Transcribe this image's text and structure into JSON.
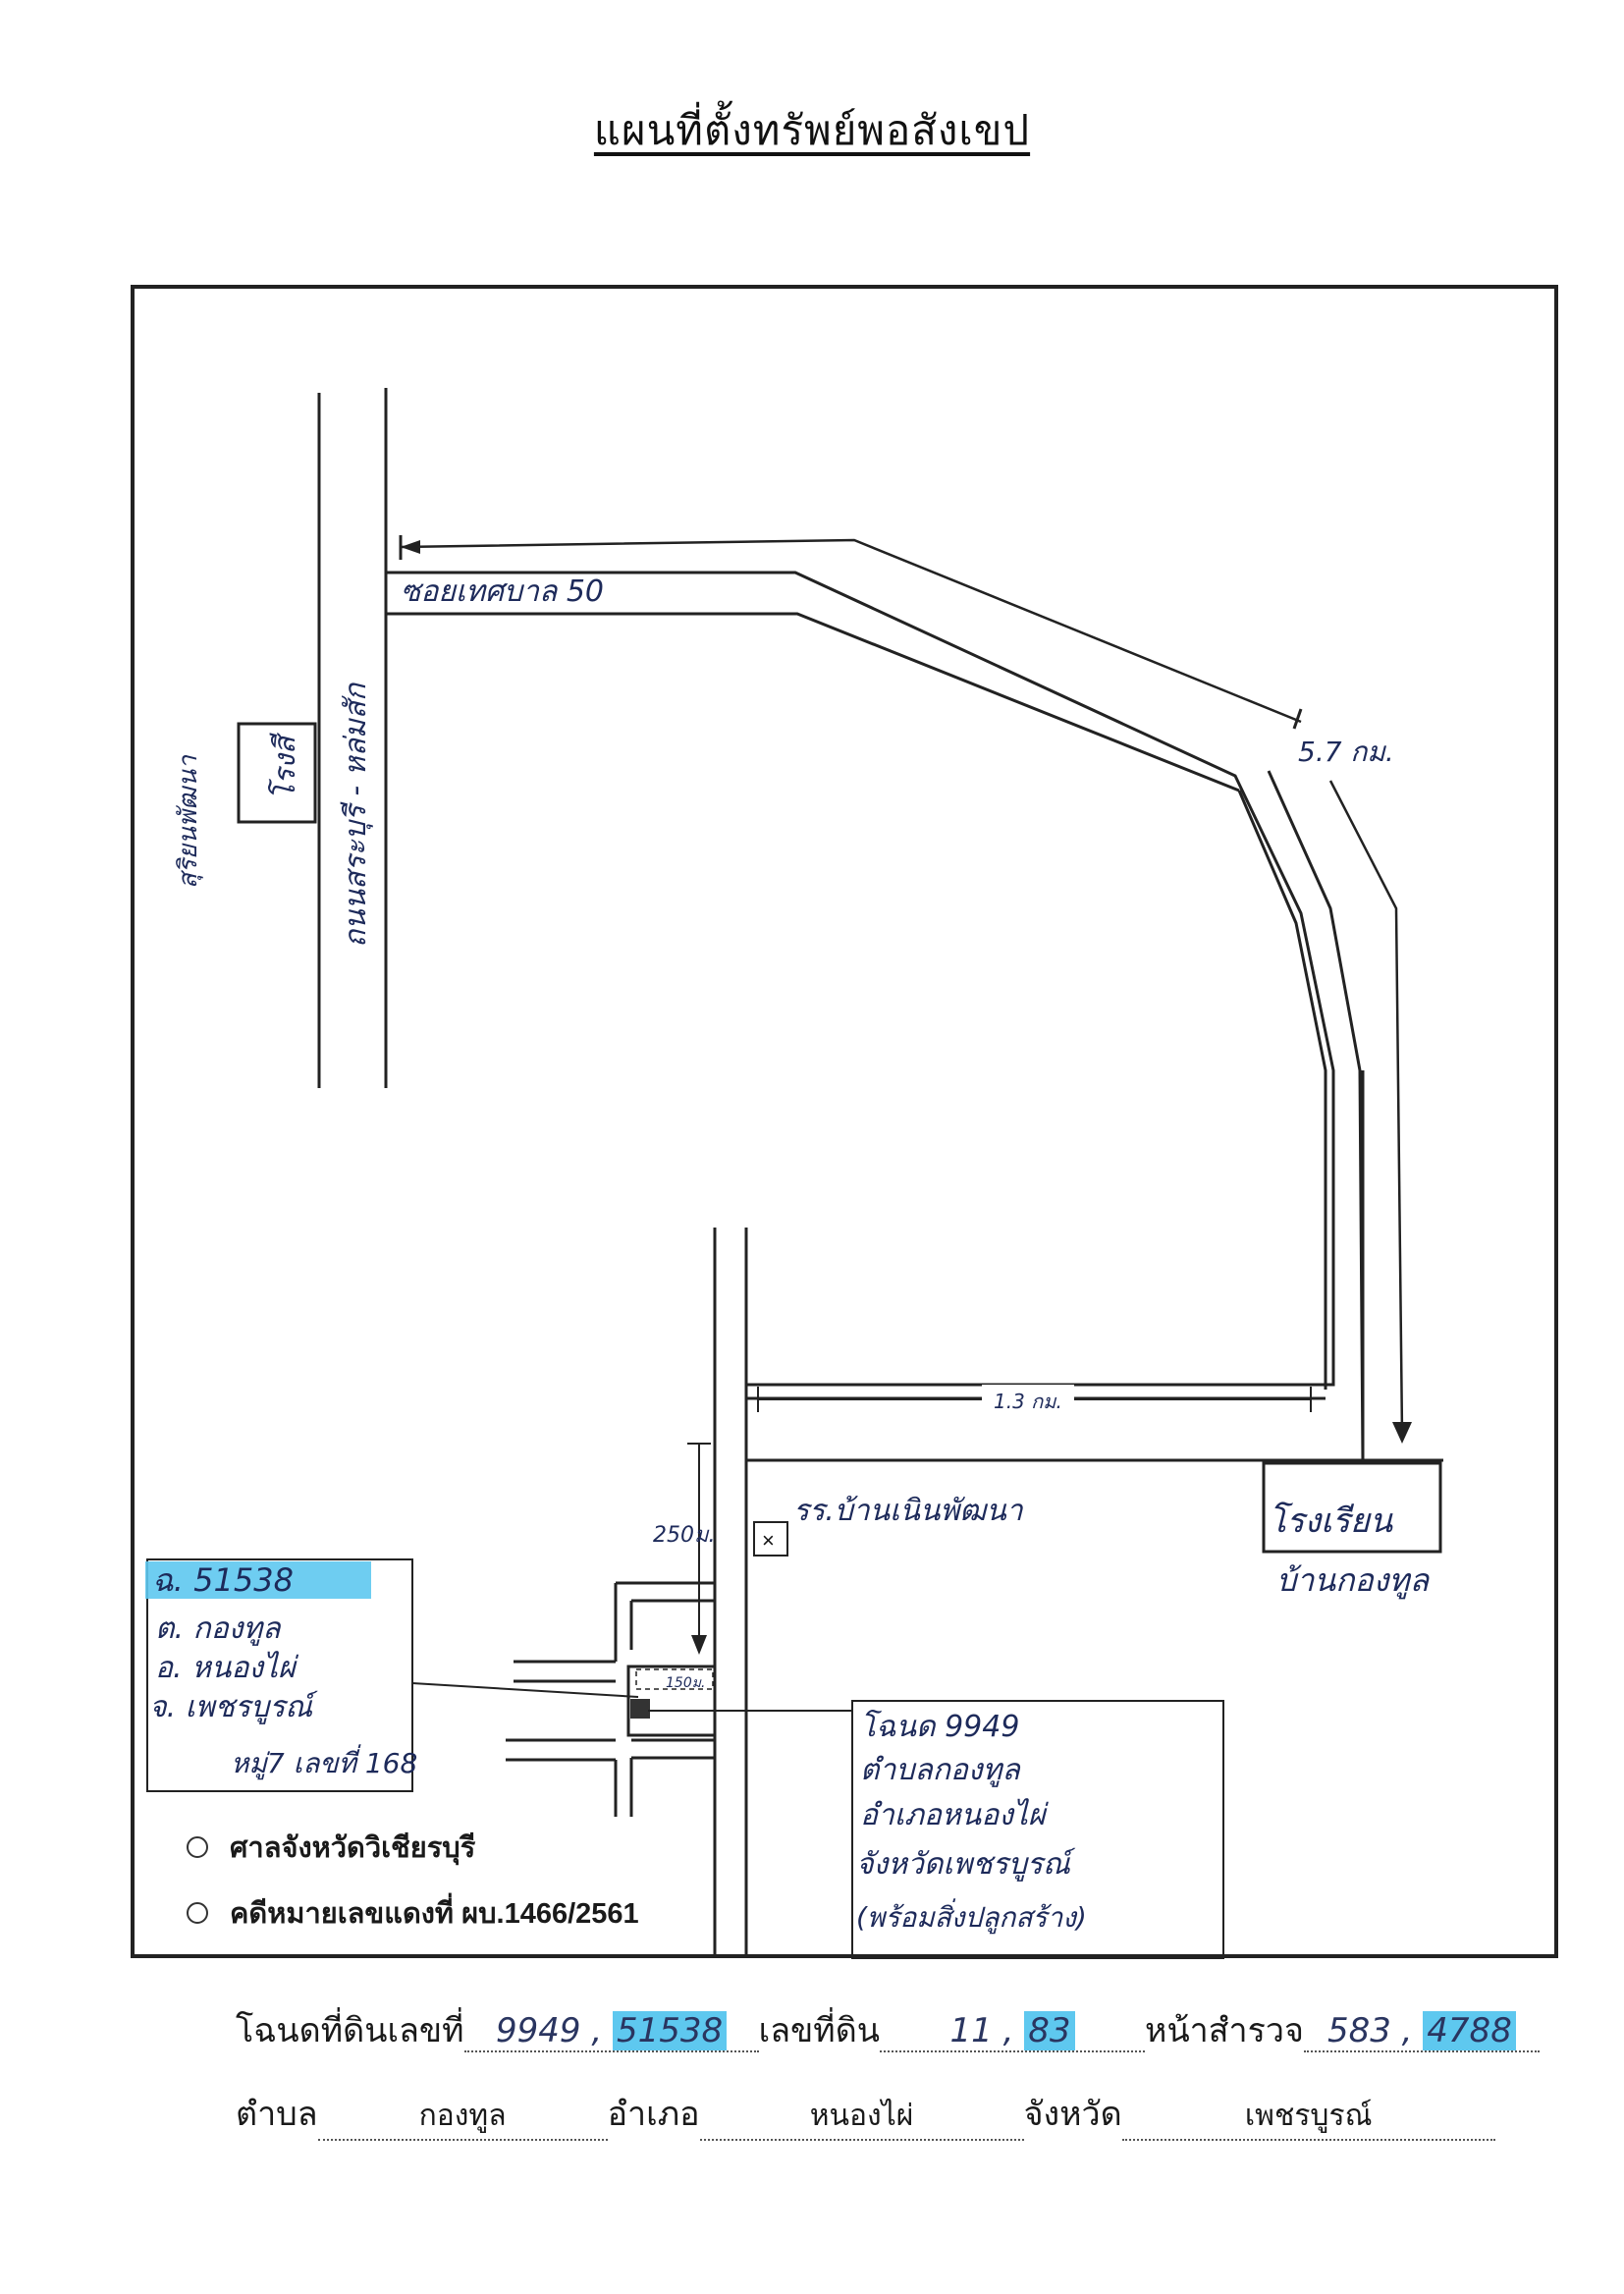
{
  "title": "แผนที่ตั้งทรัพย์พอสังเขป",
  "map": {
    "road_main": "ถนนสระบุรี - หล่มสัก",
    "soi": "ซอยเทศบาล 50",
    "distance_curve": "5.7 กม.",
    "distance_horizontal": "1.3 กม.",
    "distance_vertical": "250ม.",
    "distance_small": "150ม.",
    "gas_station": "โรงสี",
    "gas_station_label": "สุริยนพัฒนา",
    "school_near": "รร.บ้านเนินพัฒนา",
    "school": "โรงเรียน",
    "school_label": "บ้านกองทูล"
  },
  "deed_box_left": {
    "deed": "ฉ. 51538",
    "lines": [
      "ต. กองทูล",
      "อ. หนองไผ่",
      "จ. เพชรบูรณ์",
      "หมู่7 เลขที่ 168"
    ]
  },
  "deed_box_right": {
    "lines": [
      "โฉนด 9949",
      "ตำบลกองทูล",
      "อำเภอหนองไผ่",
      "จังหวัดเพชรบูรณ์",
      "(พร้อมสิ่งปลูกสร้าง)"
    ]
  },
  "bullets": {
    "court": "ศาลจังหวัดวิเชียรบุรี",
    "case": "คดีหมายเลขแดงที่ ผบ.1466/2561"
  },
  "footer": {
    "deed_label": "โฉนดที่ดินเลขที่",
    "deed_value_1": "9949 ,",
    "deed_value_2": "51538",
    "land_label": "เลขที่ดิน",
    "land_value_1": "11 ,",
    "land_value_2": "83",
    "survey_label": "หน้าสำรวจ",
    "survey_value_1": "583 ,",
    "survey_value_2": "4788",
    "tambon_label": "ตำบล",
    "tambon_value": "กองทูล",
    "amphoe_label": "อำเภอ",
    "amphoe_value": "หนองไผ่",
    "province_label": "จังหวัด",
    "province_value": "เพชรบูรณ์"
  },
  "colors": {
    "highlight": "#5ec8ef",
    "ink": "#1d2a5a",
    "frame": "#222222"
  }
}
